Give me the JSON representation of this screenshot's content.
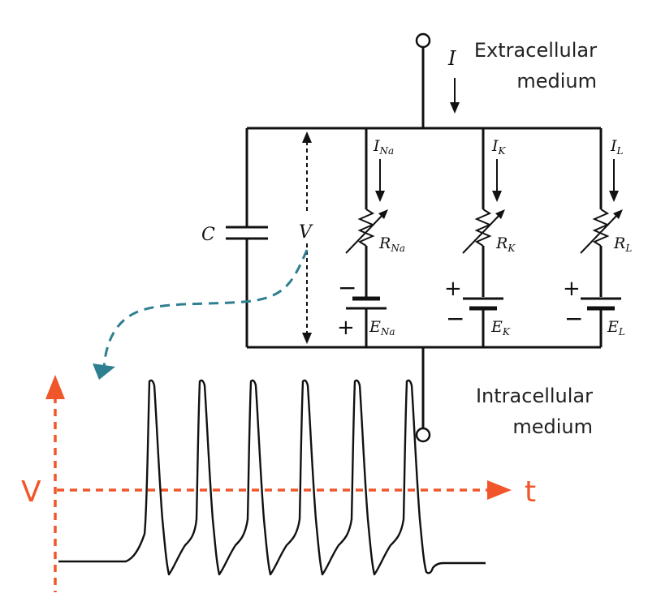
{
  "labels": {
    "current": "I",
    "extracellular_line1": "Extracellular",
    "extracellular_line2": "medium",
    "intracellular_line1": "Intracellular",
    "intracellular_line2": "medium",
    "capacitor": "C",
    "voltage": "V",
    "plot_y": "V",
    "plot_x": "t",
    "plus": "+",
    "minus": "−"
  },
  "branches": [
    {
      "current": "I",
      "current_sub": "Na",
      "resistor": "R",
      "resistor_sub": "Na",
      "battery": "E",
      "battery_sub": "Na"
    },
    {
      "current": "I",
      "current_sub": "K",
      "resistor": "R",
      "resistor_sub": "K",
      "battery": "E",
      "battery_sub": "K"
    },
    {
      "current": "I",
      "current_sub": "L",
      "resistor": "R",
      "resistor_sub": "L",
      "battery": "E",
      "battery_sub": "L"
    }
  ],
  "colors": {
    "circuit": "#111111",
    "axis": "#f0562a",
    "arrow": "#2e7f8f",
    "trace": "#111111"
  },
  "trace": {
    "spike_count": 6
  }
}
